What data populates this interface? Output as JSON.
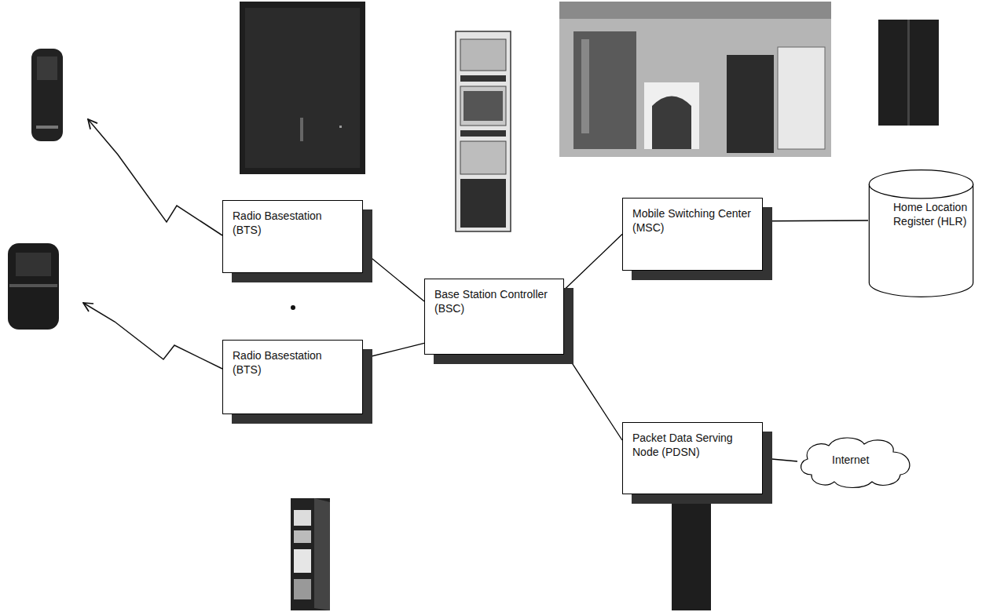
{
  "diagram": {
    "nodes": [
      {
        "text": [
          "Radio Basestation (BTS)"
        ]
      },
      {
        "text": [
          "Radio Basestation (BTS)"
        ]
      },
      {
        "text": [
          "Base Station Controller (BSC)"
        ]
      },
      {
        "text": [
          "Mobile Switching Center (MSC)"
        ]
      },
      {
        "text": [
          "Packet Data Serving Node (PDSN)"
        ]
      },
      {
        "text": [
          "Home Location Register (HLR)"
        ]
      },
      {
        "text": [
          "Internet"
        ]
      }
    ],
    "edges": [
      {
        "from": 0,
        "to": 2,
        "arrow": "none"
      },
      {
        "from": 1,
        "to": 2,
        "arrow": "none"
      },
      {
        "from": 2,
        "to": 3,
        "arrow": "none"
      },
      {
        "from": 2,
        "to": 4,
        "arrow": "none"
      },
      {
        "from": 3,
        "to": 5,
        "arrow": "none"
      },
      {
        "from": 4,
        "to": 6,
        "arrow": "none"
      }
    ]
  }
}
